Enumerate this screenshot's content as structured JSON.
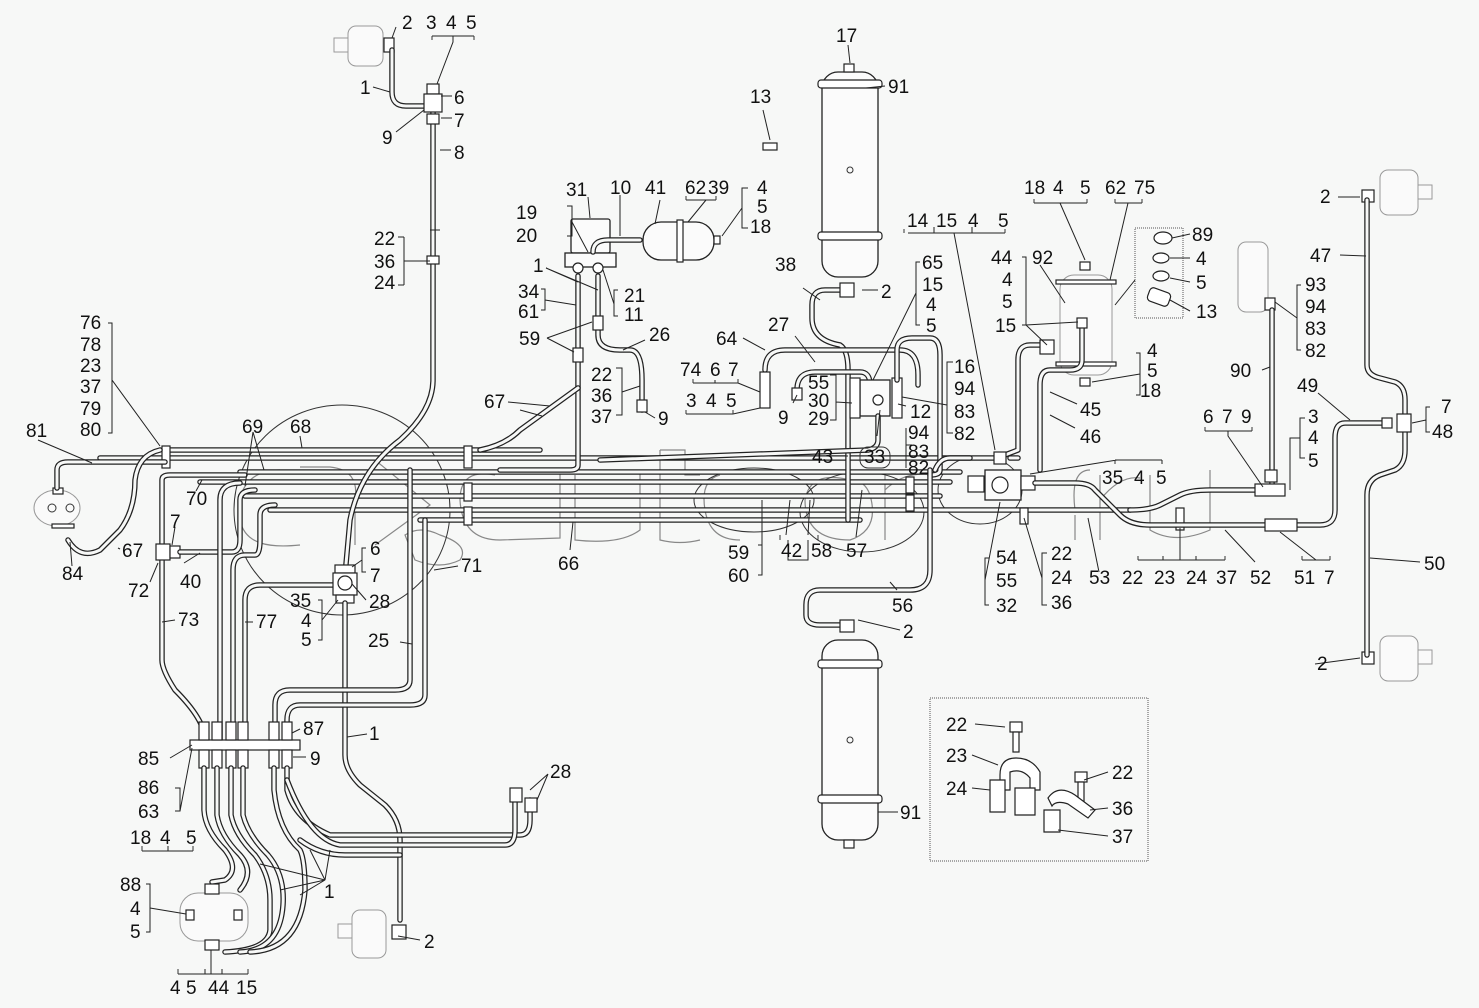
{
  "diagram": {
    "title": "Pneumatic brake system piping layout",
    "watermark": "autoopt.ru",
    "background_color": "#f7f8f7",
    "line_color": "#222222",
    "components": [
      {
        "id": "brake-chamber-front-left",
        "name": "Brake chamber"
      },
      {
        "id": "brake-chamber-front-right",
        "name": "Brake chamber"
      },
      {
        "id": "brake-chamber-rear-right",
        "name": "Brake chamber"
      },
      {
        "id": "brake-chamber-rear-left",
        "name": "Brake chamber"
      },
      {
        "id": "air-receiver-upper",
        "name": "Air receiver",
        "callout": "91"
      },
      {
        "id": "air-receiver-lower",
        "name": "Air receiver",
        "callout": "91"
      },
      {
        "id": "small-receiver",
        "name": "Receiver",
        "callout": "41"
      },
      {
        "id": "moisture-separator",
        "name": "Receiver",
        "callout": "92"
      },
      {
        "id": "brake-valve",
        "name": "Brake valve",
        "callout": "31"
      },
      {
        "id": "pressure-regulator",
        "name": "Regulator",
        "callout": "93"
      },
      {
        "id": "distribution-block",
        "name": "Manifold",
        "callout": "85"
      },
      {
        "id": "compressor",
        "name": "Compressor",
        "callout": "81"
      }
    ],
    "callouts": {
      "c1a": "1",
      "c2a": "2",
      "c345a": [
        "3",
        "4",
        "5"
      ],
      "c6a": "6",
      "c7a": "7",
      "c9a": "9",
      "c8": "8",
      "c17": "17",
      "c91a": "91",
      "c13a": "13",
      "c31": "31",
      "c10": "10",
      "c41": "41",
      "c62_39": [
        "62",
        "39"
      ],
      "c4_5_18a": [
        "4",
        "5",
        "18"
      ],
      "c19_20": [
        "19",
        "20"
      ],
      "c1b": "1",
      "c21_11": [
        "21",
        "11"
      ],
      "c34_61": [
        "34",
        "61"
      ],
      "c59a": "59",
      "c26": "26",
      "c22_36_37a": [
        "22",
        "36",
        "37"
      ],
      "c9b": "9",
      "c22_36_24": [
        "22",
        "36",
        "24"
      ],
      "c38": "38",
      "c2b": "2",
      "c65_15_4_5": [
        "65",
        "15",
        "4",
        "5"
      ],
      "c64": "64",
      "c27": "27",
      "c74_6_7": [
        "74",
        "6",
        "7"
      ],
      "c3_4_5b": [
        "3",
        "4",
        "5"
      ],
      "c9c": "9",
      "c55_30_29": [
        "55",
        "30",
        "29"
      ],
      "c16_94_83_82": [
        "16",
        "94",
        "83",
        "82"
      ],
      "c12": "12",
      "c94_83_82": [
        "94",
        "83",
        "82"
      ],
      "c33": "33",
      "c43": "43",
      "c14_15_4_5": [
        "14",
        "15",
        "4",
        "5"
      ],
      "c18_4_5b": [
        "18",
        "4",
        "5"
      ],
      "c62_75": [
        "62",
        "75"
      ],
      "c44_4_5_15": [
        "44",
        "4",
        "5",
        "15"
      ],
      "c92": "92",
      "c89": "89",
      "c4b": "4",
      "c5b": "5",
      "c13b": "13",
      "c4_5_18b": [
        "4",
        "5",
        "18"
      ],
      "c45": "45",
      "c46": "46",
      "c2c": "2",
      "c47": "47",
      "c93_94_83_82": [
        "93",
        "94",
        "83",
        "82"
      ],
      "c90": "90",
      "c49": "49",
      "c7_48": [
        "7",
        "48"
      ],
      "c6_7_9": [
        "6",
        "7",
        "9"
      ],
      "c3_4_5c": [
        "3",
        "4",
        "5"
      ],
      "c35_4_5": [
        "35",
        "4",
        "5"
      ],
      "c54_55_32": [
        "54",
        "55",
        "32"
      ],
      "c22_24_36": [
        "22",
        "24",
        "36"
      ],
      "c53": "53",
      "c22_23_24_37": [
        "22",
        "23",
        "24",
        "37"
      ],
      "c52": "52",
      "c51_7": [
        "51",
        "7"
      ],
      "c50": "50",
      "c2d": "2",
      "c76_group": [
        "76",
        "78",
        "23",
        "37",
        "79",
        "80"
      ],
      "c81": "81",
      "c67a": "67",
      "c84": "84",
      "c70": "70",
      "c7b": "7",
      "c72": "72",
      "c40": "40",
      "c69": "69",
      "c68": "68",
      "c67b": "67",
      "c66": "66",
      "c6_7b": [
        "6",
        "7"
      ],
      "c28a": "28",
      "c35_4_5b": [
        "35",
        "4",
        "5"
      ],
      "c71": "71",
      "c73": "73",
      "c77": "77",
      "c25": "25",
      "c59_60": [
        "59",
        "60"
      ],
      "c42": "42",
      "c58": "58",
      "c57": "57",
      "c56": "56",
      "c2e": "2",
      "c91b": "91",
      "c87": "87",
      "c85": "85",
      "c9d": "9",
      "c1c": "1",
      "c86_63": [
        "86",
        "63"
      ],
      "c18_4_5c": [
        "18",
        "4",
        "5"
      ],
      "c28b": "28",
      "c1d": "1",
      "c88_4_5": [
        "88",
        "4",
        "5"
      ],
      "c4_5_44_15": [
        "4",
        "5",
        "44",
        "15"
      ],
      "c2f": "2",
      "inset": {
        "c22a": "22",
        "c23": "23",
        "c24": "24",
        "c22b": "22",
        "c36": "36",
        "c37": "37"
      }
    }
  }
}
